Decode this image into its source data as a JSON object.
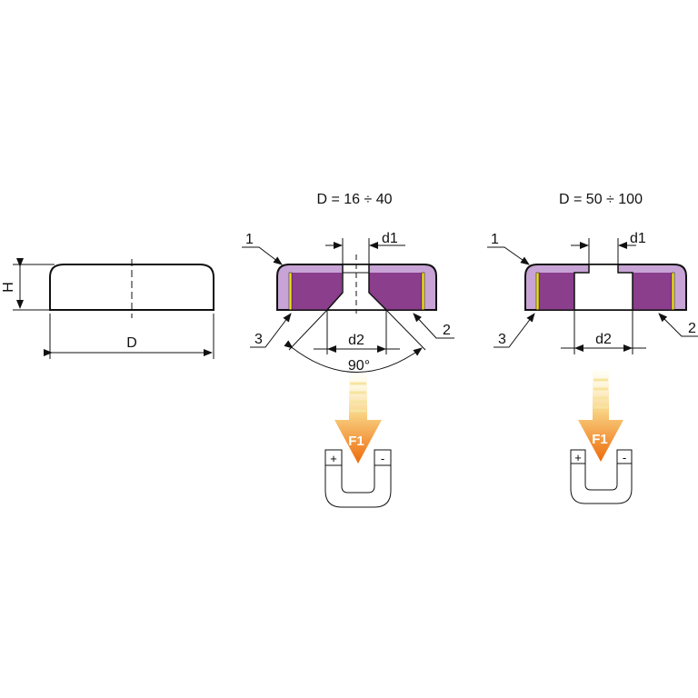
{
  "plain_magnet": {
    "height_label": "H",
    "diameter_label": "D"
  },
  "small_pot": {
    "title": "D = 16 ÷ 40",
    "d1": "d1",
    "d2": "d2",
    "angle": "90°",
    "part1": "1",
    "part2": "2",
    "part3": "3",
    "force": "F1",
    "plus": "+",
    "minus": "-"
  },
  "large_pot": {
    "title": "D = 50 ÷ 100",
    "d1": "d1",
    "d2": "d2",
    "part1": "1",
    "part2": "2",
    "part3": "3",
    "force": "F1",
    "plus": "+",
    "minus": "-"
  },
  "colors": {
    "cover": "#c8a4d6",
    "magnet": "#8a3e8c",
    "spacer": "#f2e21a",
    "arrow": "#f07a10"
  }
}
